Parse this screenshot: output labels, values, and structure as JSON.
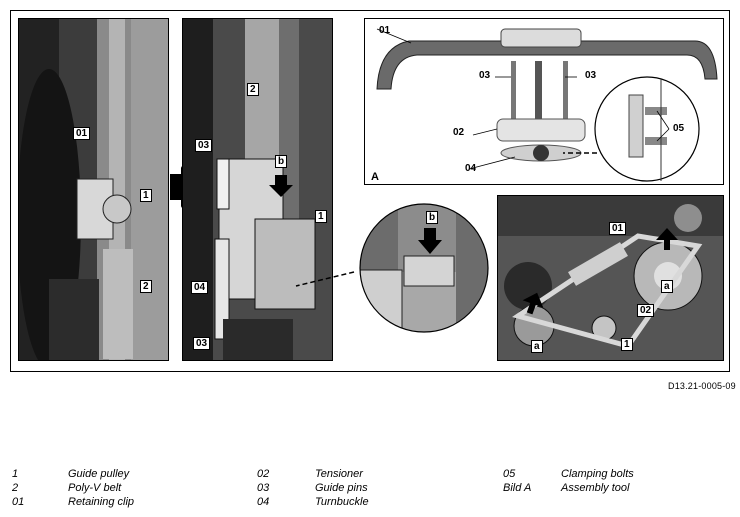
{
  "figure": {
    "panel_a_tag": "A",
    "reference": "D13.21-0005-09",
    "left_labels": {
      "c01": "01",
      "c1": "1",
      "c2": "2"
    },
    "middle_labels": {
      "c2": "2",
      "cb": "b",
      "c03a": "03",
      "c1": "1",
      "c04": "04",
      "c03b": "03"
    },
    "tool_labels": {
      "c01": "01",
      "c03a": "03",
      "c03b": "03",
      "c02": "02",
      "c04": "04",
      "c05": "05"
    },
    "circle_labels": {
      "cb": "b"
    },
    "engine_labels": {
      "c01": "01",
      "ca1": "a",
      "c02": "02",
      "ca2": "a",
      "c1": "1"
    }
  },
  "legend": [
    {
      "code": "1",
      "label": "Guide pulley"
    },
    {
      "code": "2",
      "label": "Poly-V belt"
    },
    {
      "code": "01",
      "label": "Retaining clip"
    },
    {
      "code": "02",
      "label": "Tensioner"
    },
    {
      "code": "03",
      "label": "Guide pins"
    },
    {
      "code": "04",
      "label": "Turnbuckle"
    },
    {
      "code": "05",
      "label": "Clamping bolts"
    },
    {
      "code": "Bild A",
      "label": "Assembly tool"
    }
  ]
}
